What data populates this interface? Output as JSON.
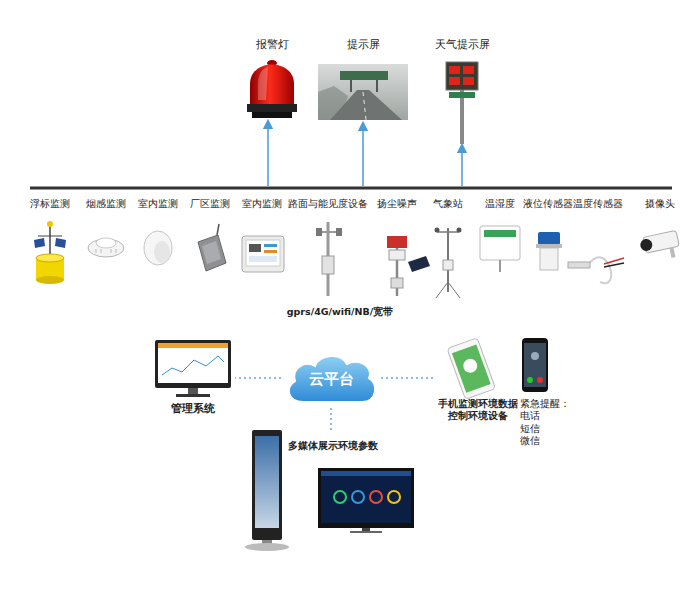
{
  "diagram": {
    "nodes": [
      {
        "text": [
          "报警灯"
        ]
      },
      {
        "text": [
          "提示屏"
        ]
      },
      {
        "text": [
          "天气提示屏"
        ]
      },
      {
        "text": [
          "浮标监测"
        ]
      },
      {
        "text": [
          "烟感监测"
        ]
      },
      {
        "text": [
          "室内监测"
        ]
      },
      {
        "text": [
          "厂区监测"
        ]
      },
      {
        "text": [
          "室内监测"
        ]
      },
      {
        "text": [
          "路面与能见度设备"
        ]
      },
      {
        "text": [
          "扬尘噪声"
        ]
      },
      {
        "text": [
          "气象站"
        ]
      },
      {
        "text": [
          "温湿度"
        ]
      },
      {
        "text": [
          "液位传感器"
        ]
      },
      {
        "text": [
          "温度传感器"
        ]
      },
      {
        "text": [
          "摄像头"
        ]
      },
      {
        "text": [
          "管理系统"
        ]
      },
      {
        "text": [
          "云平台"
        ]
      },
      {
        "text": [
          "手机监测环境数据 控制环境设备"
        ]
      },
      {
        "text": [
          "紧急提醒：",
          "电话 短信 微信"
        ]
      },
      {
        "text": [
          "多媒体展示环境参数"
        ]
      }
    ],
    "edges": [
      {
        "from": 16,
        "to": 15,
        "arrow": "none"
      },
      {
        "from": 16,
        "to": 17,
        "arrow": "none"
      },
      {
        "from": 16,
        "to": 19,
        "arrow": "none"
      }
    ],
    "labels": [
      "gprs/4G/wifi/NB/宽带"
    ]
  }
}
